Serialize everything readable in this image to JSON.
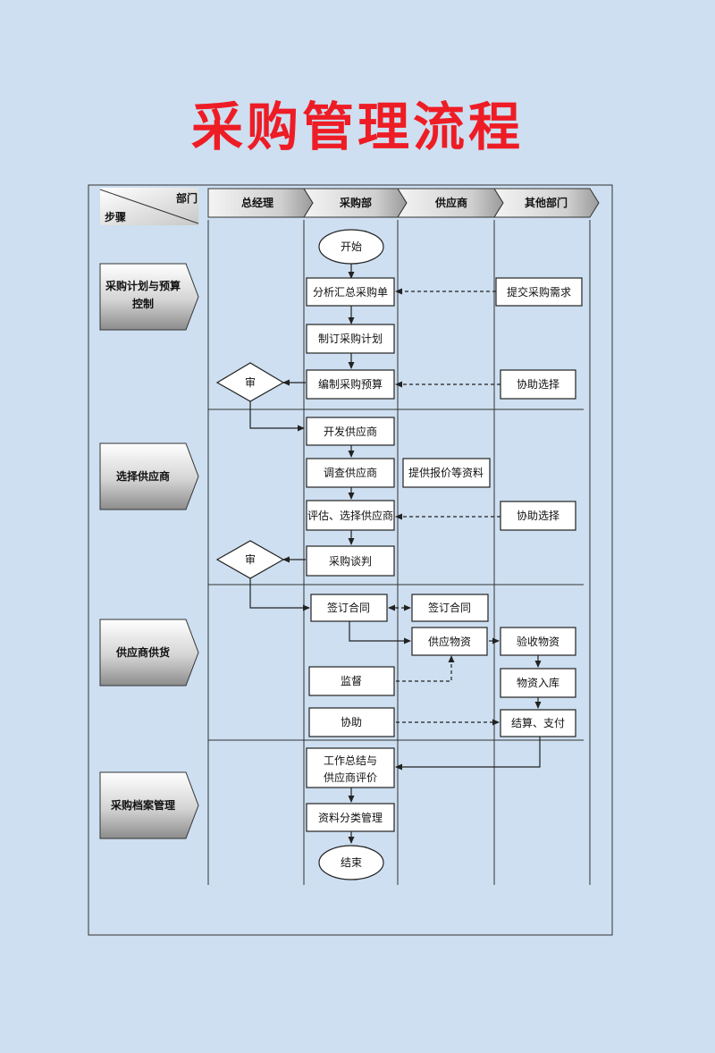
{
  "title": "采购管理流程",
  "header": {
    "dept_label": "部门",
    "step_label": "步骤",
    "lanes": [
      "总经理",
      "采购部",
      "供应商",
      "其他部门"
    ]
  },
  "stages": [
    [
      "采购计划与预算",
      "控制"
    ],
    [
      "选择供应商"
    ],
    [
      "供应商供货"
    ],
    [
      "采购档案管理"
    ]
  ],
  "nodes": {
    "start": "开始",
    "analyze": "分析汇总采购单",
    "submit_req": "提交采购需求",
    "make_plan": "制订采购计划",
    "approve1": "审",
    "budget": "编制采购预算",
    "assist1": "协助选择",
    "develop": "开发供应商",
    "investigate": "调查供应商",
    "provide_quote": "提供报价等资料",
    "evaluate": "评估、选择供应商",
    "assist2": "协助选择",
    "approve2": "审",
    "negotiate": "采购谈判",
    "sign_buyer": "签订合同",
    "sign_supplier": "签订合同",
    "supply": "供应物资",
    "inspect": "验收物资",
    "supervise": "监督",
    "warehouse": "物资入库",
    "assist3": "协助",
    "settle": "结算、支付",
    "summary_line1": "工作总结与",
    "summary_line2": "供应商评价",
    "archive": "资料分类管理",
    "end": "结束"
  },
  "colors": {
    "background": "#cddff0",
    "title": "#ee1c25",
    "line": "#222222",
    "box_fill": "#ffffff"
  }
}
